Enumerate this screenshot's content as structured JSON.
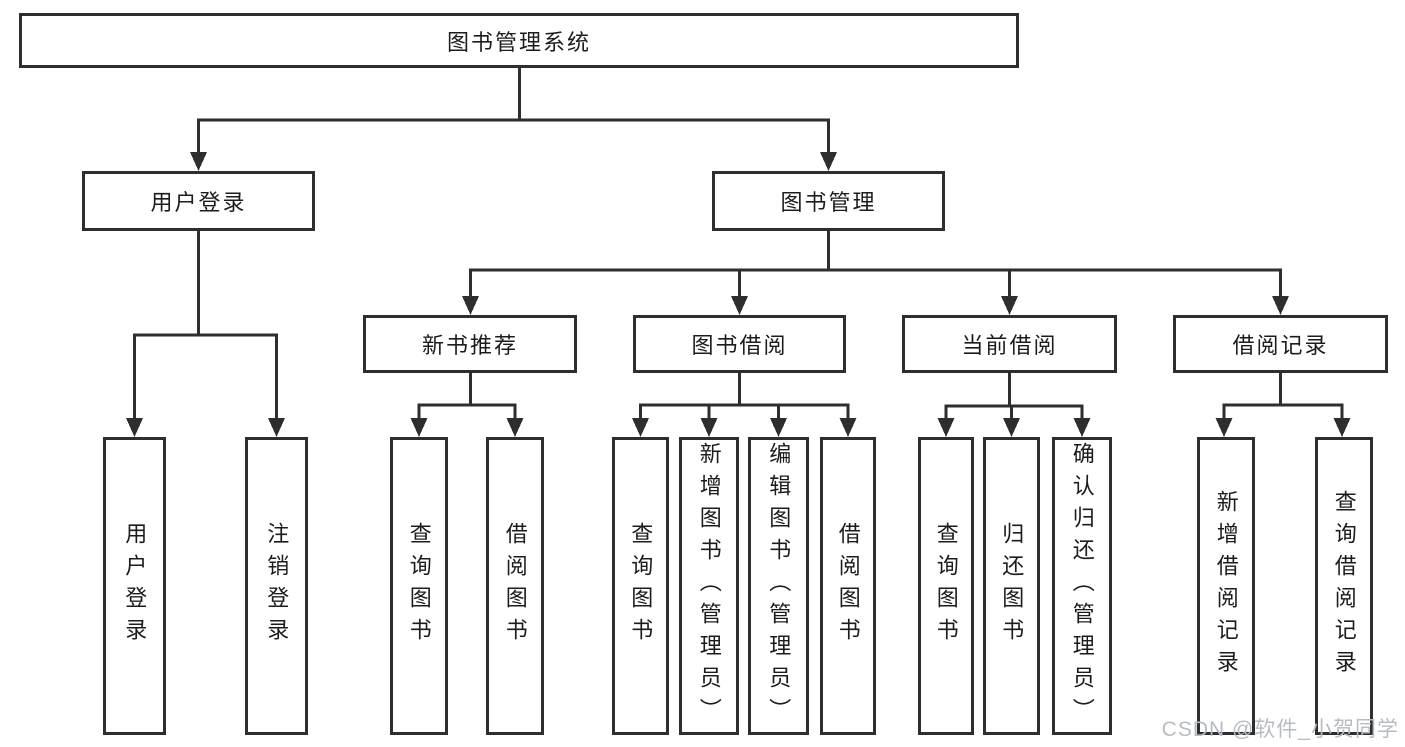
{
  "diagram": {
    "root": {
      "label": "图书管理系统"
    },
    "level1": [
      {
        "label": "用户登录"
      },
      {
        "label": "图书管理"
      }
    ],
    "level2": [
      {
        "label": "新书推荐"
      },
      {
        "label": "图书借阅"
      },
      {
        "label": "当前借阅"
      },
      {
        "label": "借阅记录"
      }
    ],
    "leaves": {
      "user_login": [
        "用户登录",
        "注销登录"
      ],
      "new_book_recommend": [
        "查询图书",
        "借阅图书"
      ],
      "book_borrow": [
        "查询图书",
        "新增图书（管理员）",
        "编辑图书（管理员）",
        "借阅图书"
      ],
      "current_borrow": [
        "查询图书",
        "归还图书",
        "确认归还（管理员）"
      ],
      "borrow_records": [
        "新增借阅记录",
        "查询借阅记录"
      ]
    }
  },
  "colors": {
    "line": "#2e2e2e",
    "box_border": "#2e2e2e",
    "text": "#1c1c1c",
    "watermark": "#b7bcc3"
  },
  "watermark": {
    "text": "CSDN @软件_小贺同学"
  }
}
